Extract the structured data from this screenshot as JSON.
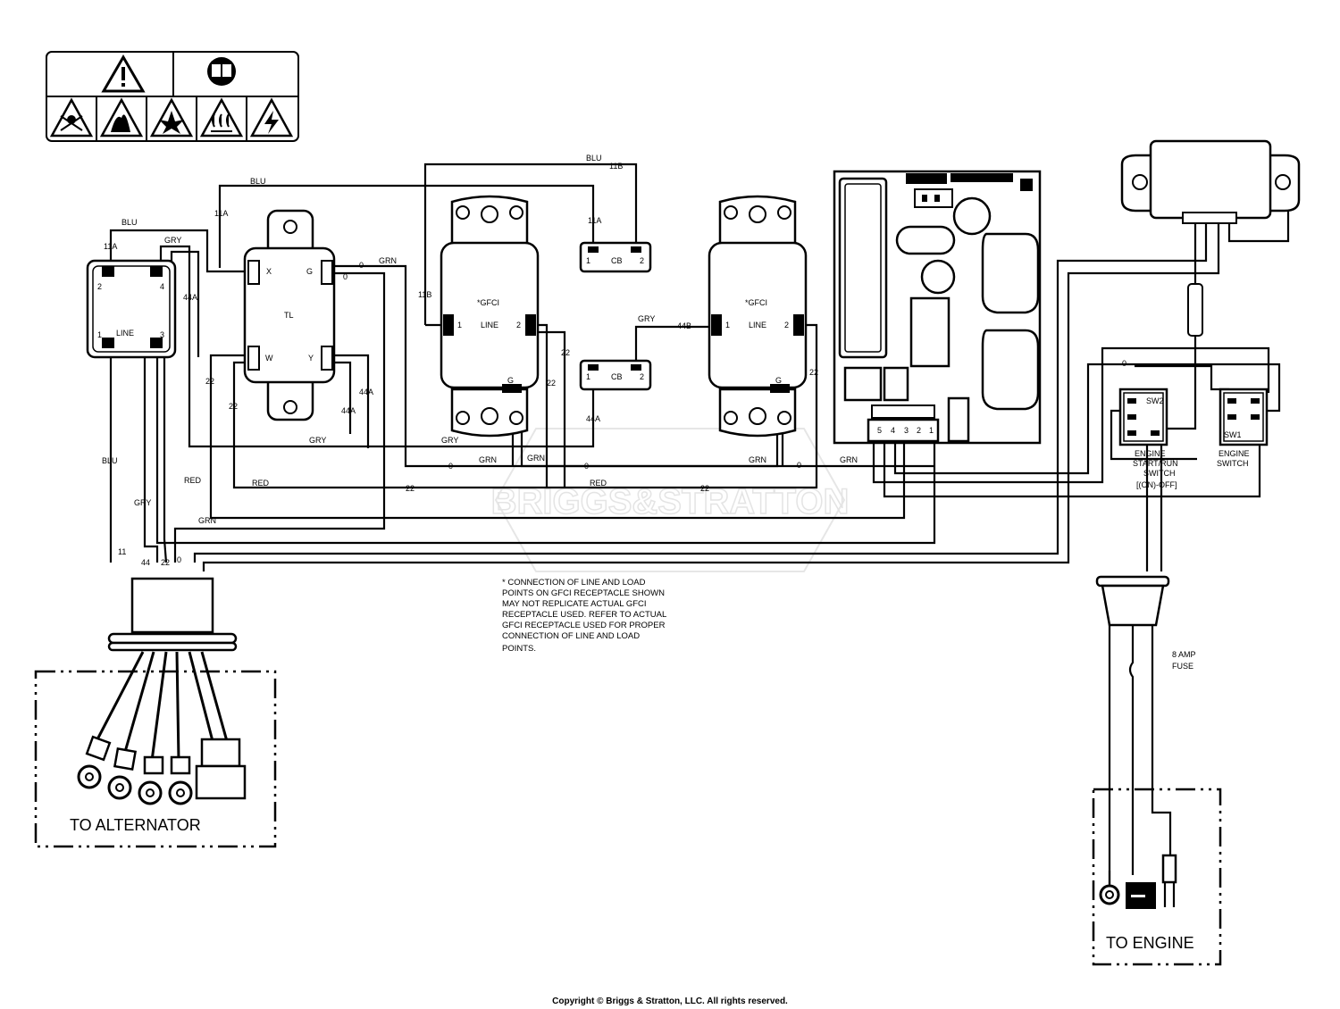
{
  "watermark": "BRIGGS&STRATTON",
  "components": {
    "line_block": {
      "label": "LINE",
      "pins": [
        "2",
        "4",
        "1",
        "3"
      ]
    },
    "tl": {
      "label": "TL",
      "terminals": [
        "X",
        "G",
        "W",
        "Y"
      ]
    },
    "gfci1": {
      "title": "*GFCI",
      "label": "LINE",
      "pin_left": "1",
      "pin_right": "2",
      "pin_ground": "G"
    },
    "gfci2": {
      "title": "*GFCI",
      "label": "LINE",
      "pin_left": "1",
      "pin_right": "2",
      "pin_ground": "G"
    },
    "cb_top": {
      "label": "CB",
      "pin_left": "1",
      "pin_right": "2"
    },
    "cb_mid": {
      "label": "CB",
      "pin_left": "1",
      "pin_right": "2"
    },
    "board_connector_pins": [
      "5",
      "4",
      "3",
      "2",
      "1"
    ],
    "sw2": {
      "label": "SW2",
      "caption_lines": [
        "ENGINE",
        "START/RUN",
        "SWITCH",
        "[(ON)-OFF]"
      ]
    },
    "sw1": {
      "label": "SW1",
      "caption_lines": [
        "ENGINE",
        "SWITCH"
      ]
    },
    "fuse": {
      "lines": [
        "8 AMP",
        "FUSE"
      ]
    }
  },
  "wire_labels": {
    "blu_top_left": "BLU",
    "blu_top_mid": "BLU",
    "blu_top_right": "BLU",
    "gry_top": "GRY",
    "grn_top": "GRN",
    "w11a_a": "11A",
    "w11a_b": "11A",
    "w11a_c": "11A",
    "w11b_a": "11B",
    "w11b_b": "11B",
    "w44a_a": "44A",
    "w44a_b": "44A",
    "w44a_c": "44A",
    "w44a_d": "44A",
    "w44b": "44B",
    "gry_mid": "GRY",
    "w22_a": "22",
    "w22_b": "22",
    "w22_c": "22",
    "w22_d": "22",
    "w22_e": "22",
    "w22_f": "22",
    "w22_g": "22",
    "w0_a": "0",
    "w0_b": "0",
    "w0_c": "0",
    "w0_d": "0",
    "w0_e": "0",
    "w0_f": "0",
    "gry_low": "GRY",
    "gry_low2": "GRY",
    "grn_low_a": "GRN",
    "grn_low_b": "GRN",
    "grn_low_c": "GRN",
    "grn_low_d": "GRN",
    "grn_low_e": "GRN",
    "red_a": "RED",
    "red_b": "RED",
    "red_c": "RED",
    "blu_left": "BLU",
    "gry_left": "GRY",
    "harness_11": "11",
    "harness_44": "44",
    "harness_22": "22",
    "harness_0": "0"
  },
  "note_lines": [
    "* CONNECTION OF LINE AND LOAD",
    "POINTS  ON GFCI  RECEPTACLE SHOWN",
    "MAY NOT REPLICATE ACTUAL GFCI",
    "RECEPTACLE USED.  REFER TO ACTUAL",
    "GFCI RECEPTACLE USED FOR PROPER",
    "CONNECTION OF LINE AND LOAD",
    "POINTS."
  ],
  "to_alternator": "TO ALTERNATOR",
  "to_engine": "TO ENGINE",
  "copyright": "Copyright © Briggs & Stratton, LLC. All rights reserved."
}
